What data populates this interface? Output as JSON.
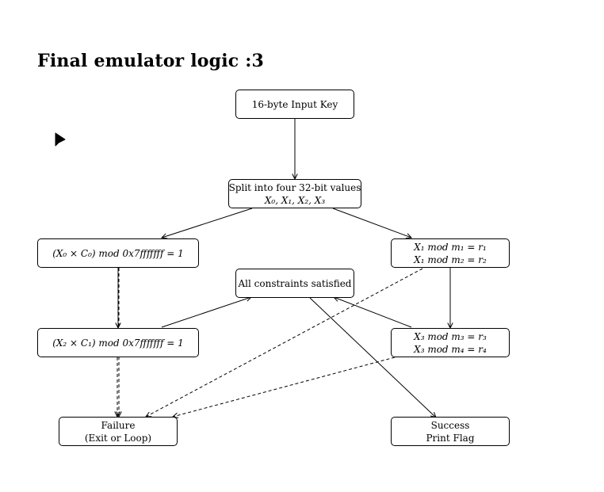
{
  "title": "Final emulator logic :3",
  "nodes": {
    "input_key": {
      "lines": [
        "16-byte Input Key"
      ]
    },
    "split": {
      "lines": [
        "Split into four 32-bit values",
        "X₀, X₁, X₂, X₃"
      ]
    },
    "constraint_x0": {
      "lines": [
        "(X₀ × C₀) mod 0x7fffffff = 1"
      ]
    },
    "constraint_x1": {
      "lines": [
        "X₁ mod m₁ = r₁",
        "X₁ mod m₂ = r₂"
      ]
    },
    "all_satisfied": {
      "lines": [
        "All constraints satisfied"
      ]
    },
    "constraint_x2": {
      "lines": [
        "(X₂ × C₁) mod 0x7fffffff = 1"
      ]
    },
    "constraint_x3": {
      "lines": [
        "X₃ mod m₃ = r₃",
        "X₃ mod m₄ = r₄"
      ]
    },
    "failure": {
      "lines": [
        "Failure",
        "(Exit or Loop)"
      ]
    },
    "success": {
      "lines": [
        "Success",
        "Print Flag"
      ]
    }
  },
  "edges": [
    {
      "from": "input_key",
      "to": "split",
      "style": "solid"
    },
    {
      "from": "split",
      "to": "constraint_x0",
      "style": "solid"
    },
    {
      "from": "split",
      "to": "constraint_x1",
      "style": "solid"
    },
    {
      "from": "constraint_x0",
      "to": "constraint_x2",
      "style": "solid"
    },
    {
      "from": "constraint_x0",
      "to": "failure",
      "style": "dashed"
    },
    {
      "from": "constraint_x1",
      "to": "constraint_x3",
      "style": "solid"
    },
    {
      "from": "constraint_x1",
      "to": "failure",
      "style": "dashed"
    },
    {
      "from": "constraint_x2",
      "to": "all_satisfied",
      "style": "solid"
    },
    {
      "from": "constraint_x2",
      "to": "failure",
      "style": "dashed"
    },
    {
      "from": "constraint_x3",
      "to": "all_satisfied",
      "style": "solid"
    },
    {
      "from": "constraint_x3",
      "to": "failure",
      "style": "dashed"
    },
    {
      "from": "all_satisfied",
      "to": "success",
      "style": "solid"
    }
  ],
  "colors": {
    "stroke": "#000000",
    "background": "#ffffff"
  },
  "icons": {
    "cursor": "mouse-pointer-icon"
  }
}
